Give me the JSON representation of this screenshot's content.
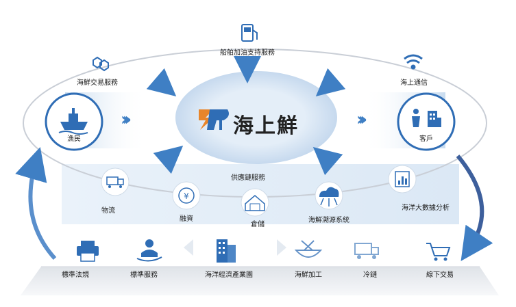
{
  "center": {
    "brand": "海上鮮"
  },
  "services": {
    "fueling": "船舶加油支持服務",
    "trading": "海鮮交易服務",
    "communication": "海上通信",
    "fishermen": "漁民",
    "customers": "客戶",
    "supply_chain": "供應鏈服務",
    "logistics": "物流",
    "finance": "融資",
    "warehousing": "倉儲",
    "traceability": "海鮮溯源系統",
    "big_data": "海洋大數據分析"
  },
  "industry_park": {
    "standards": "標準法規",
    "standard_services": "標準服務",
    "park": "海洋經濟產業園",
    "processing": "海鮮加工",
    "cold_chain": "冷鏈",
    "offline_trading": "線下交易"
  },
  "colors": {
    "primary": "#2f6db5",
    "light_band": "#e3eef8",
    "arrow": "#4a86c8",
    "orange": "#e8852a"
  }
}
